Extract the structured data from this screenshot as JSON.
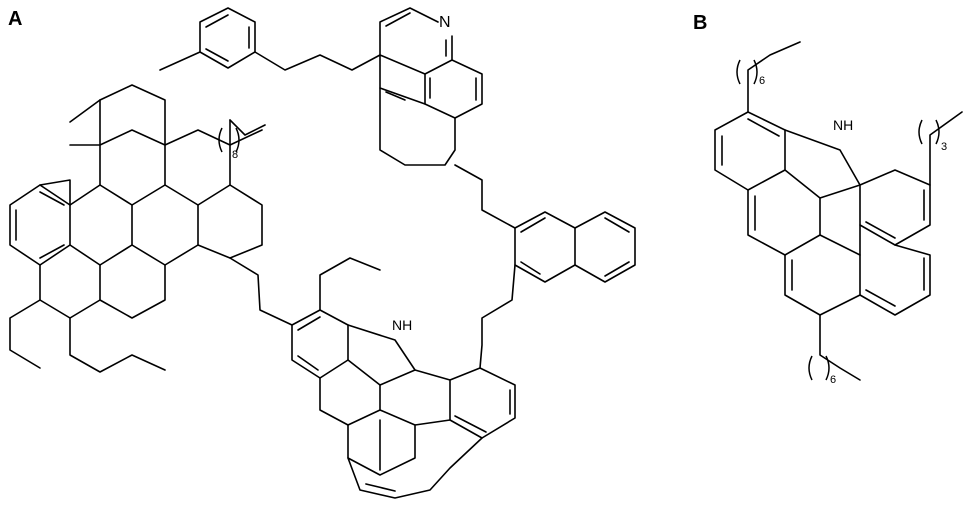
{
  "panels": {
    "a": {
      "label": "A"
    },
    "b": {
      "label": "B"
    }
  },
  "atoms": {
    "nitrogen": "N",
    "nh_a": "NH",
    "nh_b": "NH"
  },
  "repeat_counts": {
    "a_chain": "8",
    "b_top": "6",
    "b_right": "3",
    "b_bottom": "6"
  },
  "colors": {
    "line": "#000000",
    "background": "#ffffff"
  }
}
